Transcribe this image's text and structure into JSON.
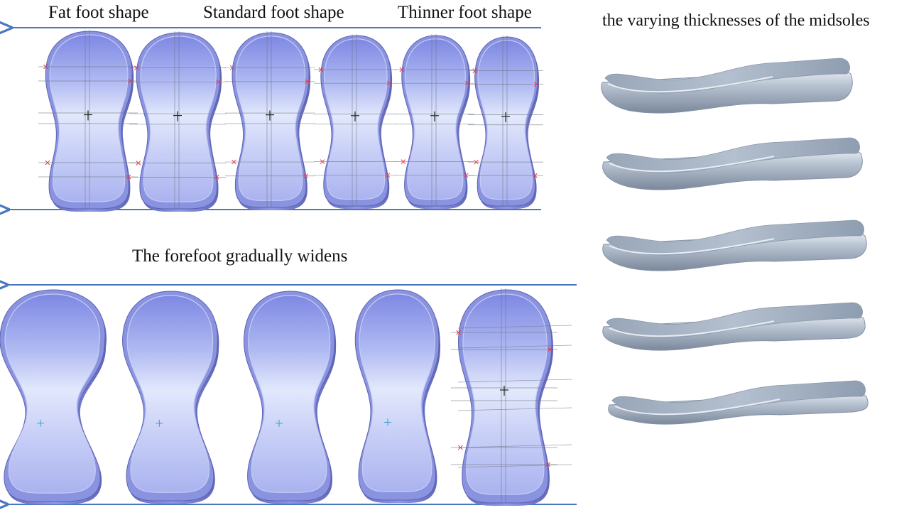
{
  "labels": {
    "fat": "Fat foot shape",
    "standard": "Standard foot shape",
    "thinner": "Thinner foot shape",
    "midsoles": "the varying thicknesses of the midsoles",
    "forefoot": "The forefoot gradually widens"
  },
  "colors": {
    "insole_light": "#dde3fa",
    "insole_mid": "#a8b2ee",
    "insole_rim": "#7d86d6",
    "insole_dark": "#5c63b3",
    "arrow": "#4a78c0",
    "midsole_light": "#cdd6e2",
    "midsole_mid": "#9aa7b8",
    "midsole_dark": "#6d7b8e",
    "cad_line": "#6d7580",
    "cad_red": "#e0405a"
  },
  "rows": {
    "top_count": 6,
    "bottom_count": 5,
    "midsole_count": 5
  }
}
